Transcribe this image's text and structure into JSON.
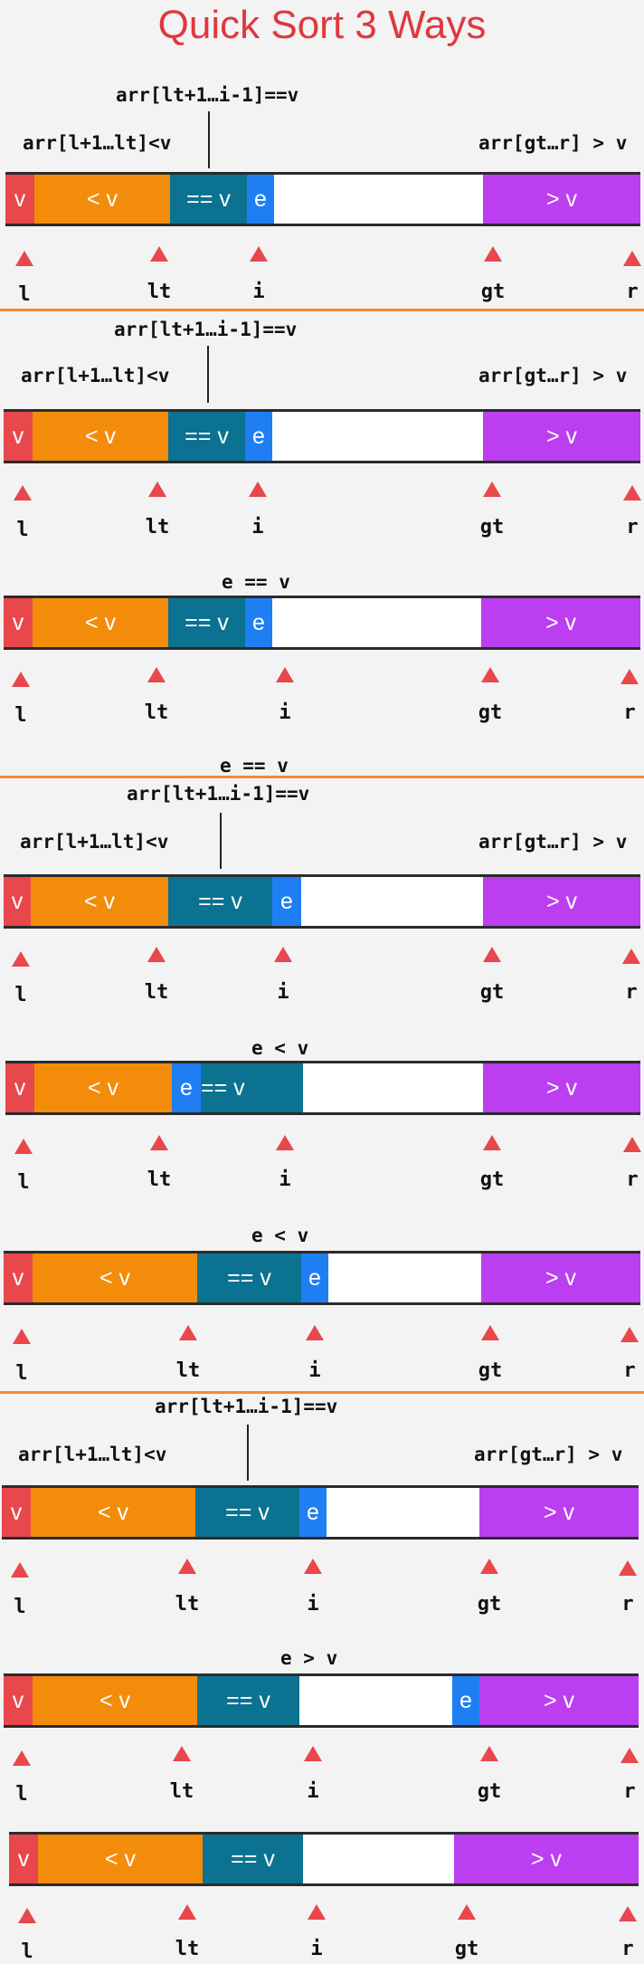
{
  "title": "Quick Sort 3 Ways",
  "labels": {
    "inv_eq": "arr[lt+1…i-1]==v",
    "inv_lt": "arr[l+1…lt]<v",
    "inv_gt": "arr[gt…r] > v",
    "e_eq": "e == v",
    "e_lt": "e < v",
    "e_gt": "e > v"
  },
  "segments": {
    "v": "v",
    "lt": "< v",
    "eq": "== v",
    "e": "e",
    "gt": "> v"
  },
  "pointers": {
    "l": "l",
    "lt": "lt",
    "i": "i",
    "gt": "gt",
    "r": "r"
  },
  "colors": {
    "title": "#e0383e",
    "v": "#e8474c",
    "less": "#f38c0b",
    "equal": "#0c7291",
    "current": "#1f7ff2",
    "greater": "#bb3ff0",
    "separator": "#f28a3a",
    "marker": "#e8474c"
  }
}
